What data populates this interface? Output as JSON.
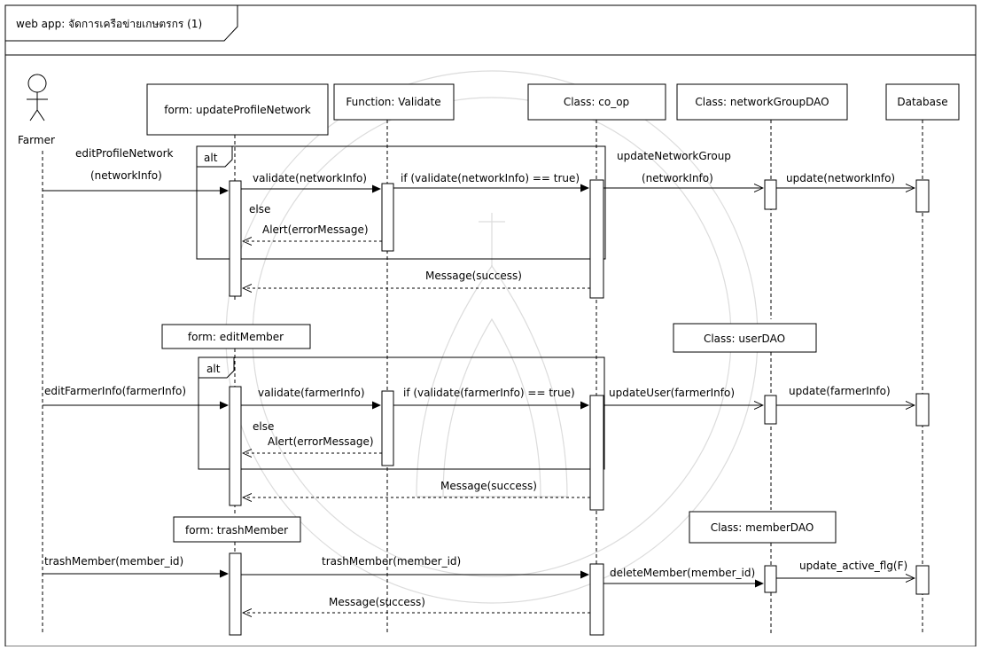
{
  "frame_title": "web app: จัดการเครือข่ายเกษตรกร (1)",
  "actor": {
    "label": "Farmer"
  },
  "lifelines": {
    "update_profile_form": "form: updateProfileNetwork",
    "validate_function": "Function: Validate",
    "co_op_class": "Class: co_op",
    "network_group_dao": "Class: networkGroupDAO",
    "database": "Database",
    "edit_member_form": "form: editMember",
    "user_dao": "Class: userDAO",
    "trash_member_form": "form: trashMember",
    "member_dao": "Class: memberDAO"
  },
  "fragments": {
    "alt1": "alt",
    "alt2": "alt"
  },
  "messages": {
    "edit_profile_line1": "editProfileNetwork",
    "edit_profile_line2": "(networkInfo)",
    "validate_network": "validate(networkInfo)",
    "if_network": "if (validate(networkInfo) == true)",
    "update_network_group_line1": "updateNetworkGroup",
    "update_network_group_line2": "(networkInfo)",
    "update_network_info": "update(networkInfo)",
    "else1": "else",
    "alert1": "Alert(errorMessage)",
    "success1": "Message(success)",
    "edit_farmer_info": "editFarmerInfo(farmerInfo)",
    "validate_farmer": "validate(farmerInfo)",
    "if_farmer": "if (validate(farmerInfo) == true)",
    "update_user": "updateUser(farmerInfo)",
    "update_farmer_info": "update(farmerInfo)",
    "else2": "else",
    "alert2": "Alert(errorMessage)",
    "success2": "Message(success)",
    "trash_member_1": "trashMember(member_id)",
    "trash_member_2": "trashMember(member_id)",
    "delete_member": "deleteMember(member_id)",
    "update_active_flg": "update_active_flg(F)",
    "success3": "Message(success)"
  }
}
